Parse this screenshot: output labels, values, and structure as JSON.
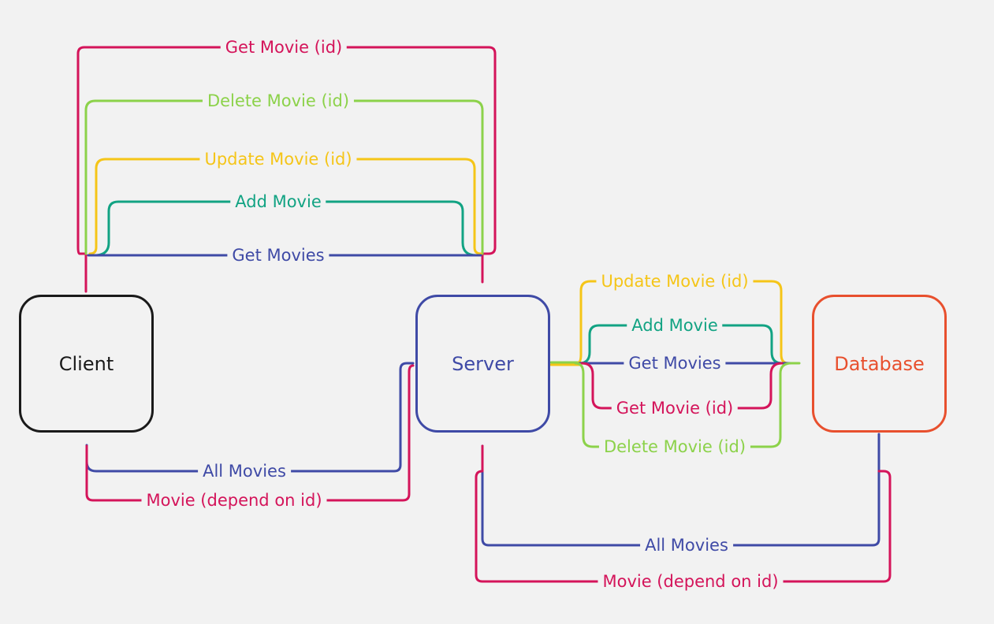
{
  "colors": {
    "pink": "#d4145a",
    "lime": "#8cd24a",
    "yellow": "#f5c518",
    "teal": "#12a383",
    "navy": "#3f4aa6",
    "black": "#1a1a1a",
    "orange": "#e8502e",
    "background": "#f2f2f2"
  },
  "nodes": {
    "client": {
      "label": "Client",
      "color": "#1a1a1a"
    },
    "server": {
      "label": "Server",
      "color": "#3f4aa6"
    },
    "database": {
      "label": "Database",
      "color": "#e8502e"
    }
  },
  "client_to_server": [
    {
      "label": "Get Movie (id)",
      "color": "#d4145a"
    },
    {
      "label": "Delete Movie (id)",
      "color": "#8cd24a"
    },
    {
      "label": "Update Movie (id)",
      "color": "#f5c518"
    },
    {
      "label": "Add Movie",
      "color": "#12a383"
    },
    {
      "label": "Get Movies",
      "color": "#3f4aa6"
    }
  ],
  "server_to_database": [
    {
      "label": "Update Movie (id)",
      "color": "#f5c518"
    },
    {
      "label": "Add Movie",
      "color": "#12a383"
    },
    {
      "label": "Get Movies",
      "color": "#3f4aa6"
    },
    {
      "label": "Get Movie (id)",
      "color": "#d4145a"
    },
    {
      "label": "Delete Movie (id)",
      "color": "#8cd24a"
    }
  ],
  "server_to_client": [
    {
      "label": "All Movies",
      "color": "#3f4aa6"
    },
    {
      "label": "Movie (depend on id)",
      "color": "#d4145a"
    }
  ],
  "database_to_server": [
    {
      "label": "All Movies",
      "color": "#3f4aa6"
    },
    {
      "label": "Movie (depend on id)",
      "color": "#d4145a"
    }
  ]
}
